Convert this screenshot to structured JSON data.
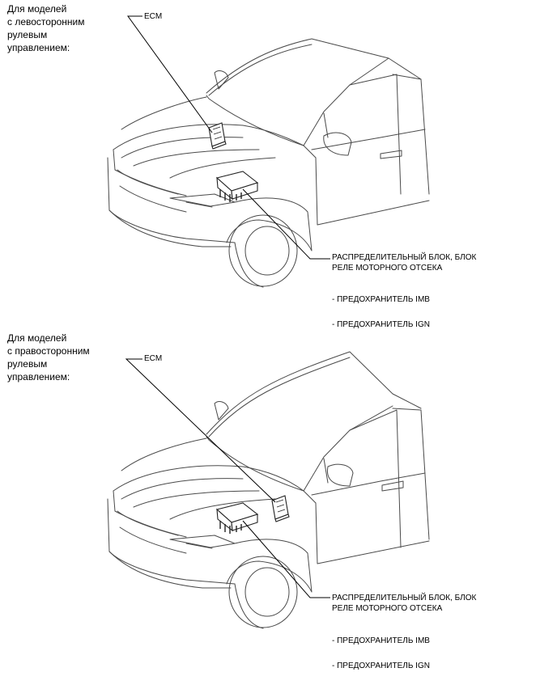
{
  "panels": [
    {
      "heading": [
        "Для моделей",
        "с левосторонним",
        "рулевым",
        "управлением:"
      ],
      "ecm_label": "ECM",
      "block_label": [
        "РАСПРЕДЕЛИТЕЛЬНЫЙ БЛОК, БЛОК",
        "РЕЛЕ МОТОРНОГО ОТСЕКА"
      ],
      "fuses": [
        "- ПРЕДОХРАНИТЕЛЬ IMB",
        "- ПРЕДОХРАНИТЕЛЬ IGN"
      ]
    },
    {
      "heading": [
        "Для моделей",
        "с правосторонним",
        "рулевым",
        "управлением:"
      ],
      "ecm_label": "ECM",
      "block_label": [
        "РАСПРЕДЕЛИТЕЛЬНЫЙ БЛОК, БЛОК",
        "РЕЛЕ МОТОРНОГО ОТСЕКА"
      ],
      "fuses": [
        "- ПРЕДОХРАНИТЕЛЬ IMB",
        "- ПРЕДОХРАНИТЕЛЬ IGN"
      ]
    }
  ]
}
